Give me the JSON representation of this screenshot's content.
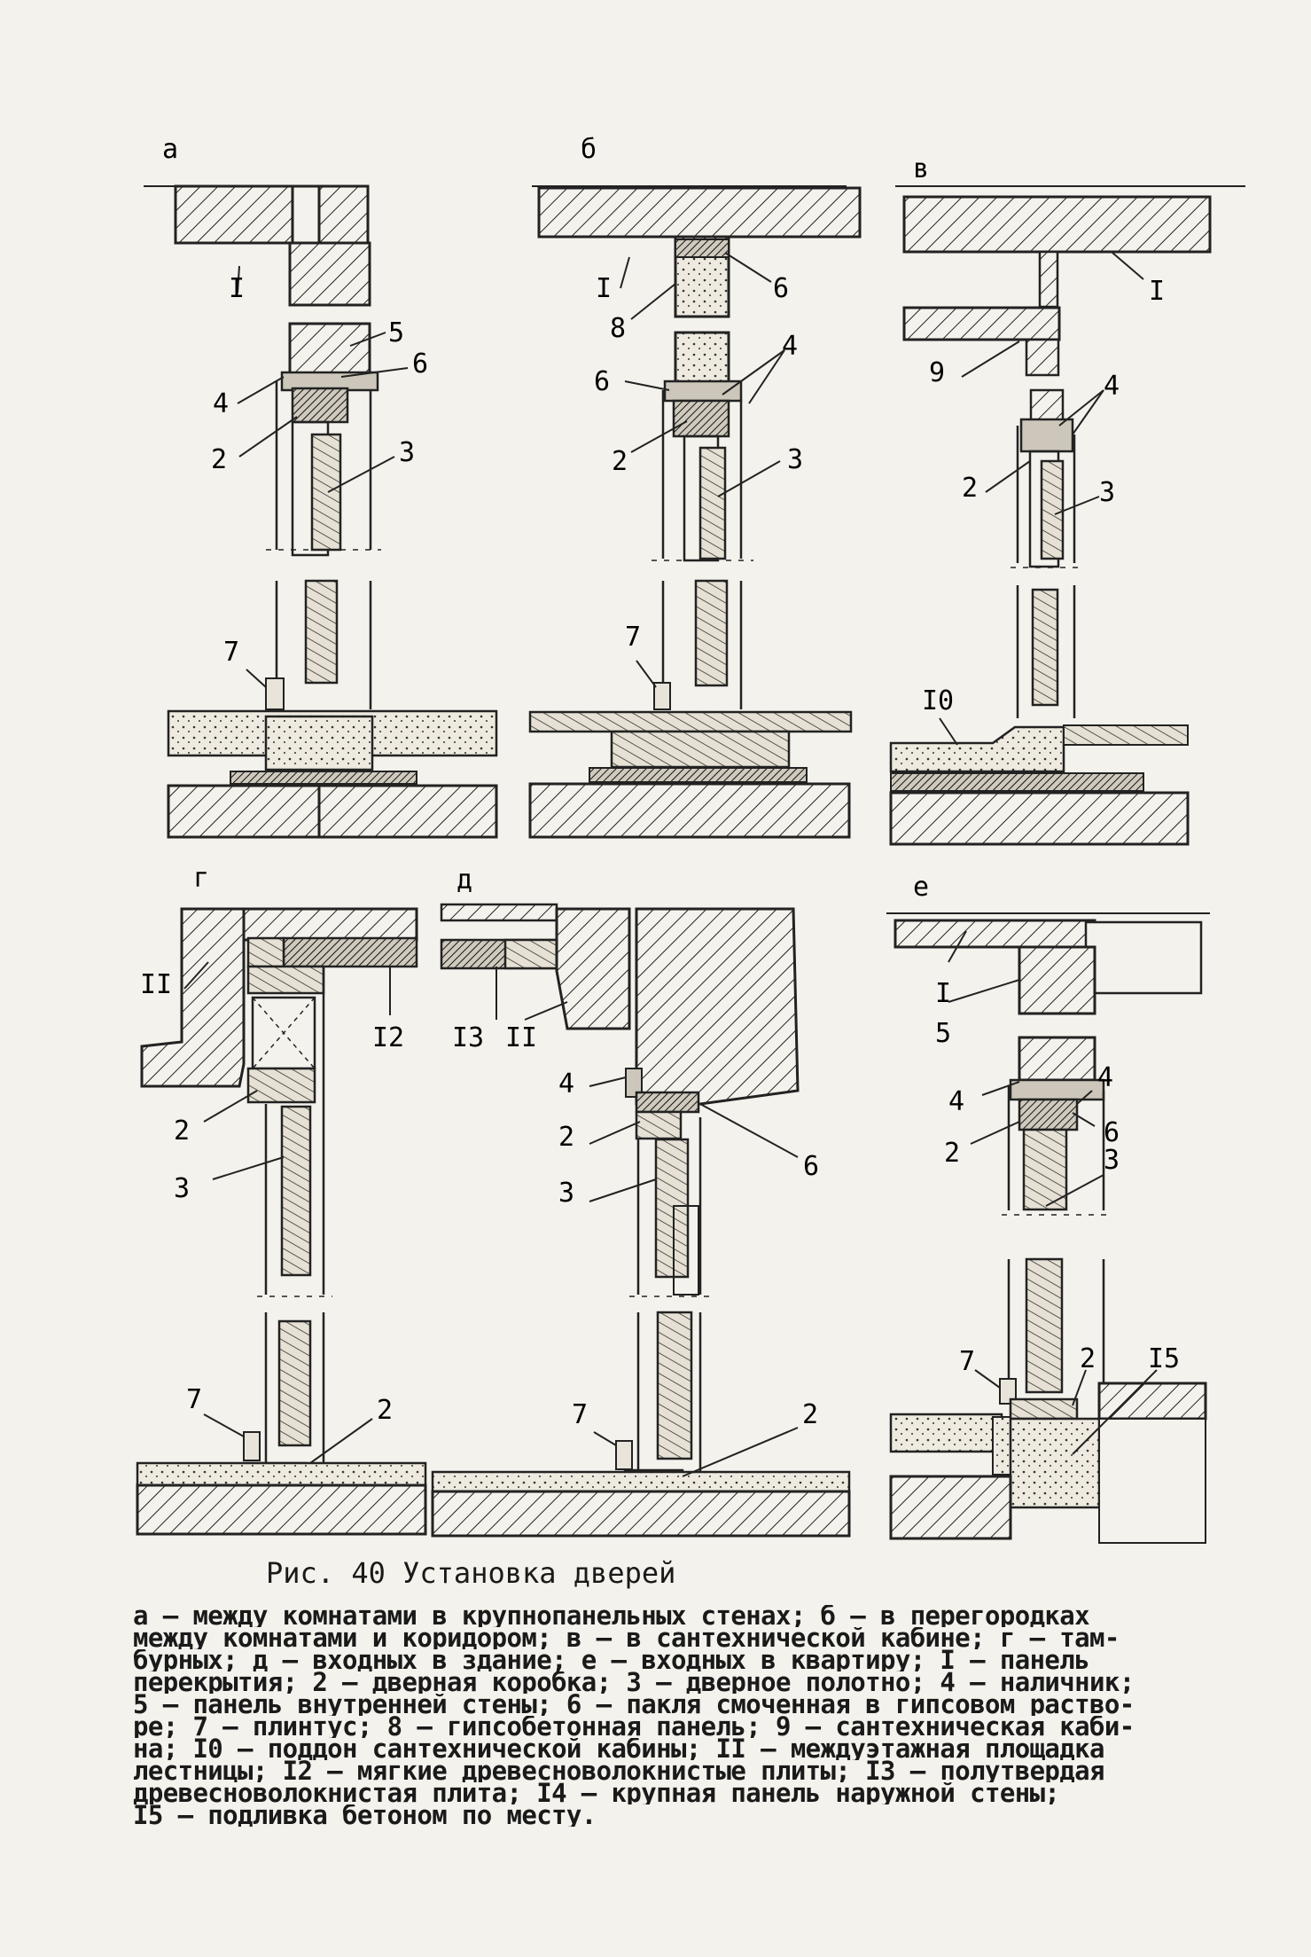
{
  "figure": {
    "panels": [
      {
        "letter": "а",
        "callouts": [
          "I",
          "5",
          "6",
          "4",
          "2",
          "3",
          "7"
        ]
      },
      {
        "letter": "б",
        "callouts": [
          "I",
          "6",
          "8",
          "4",
          "6",
          "2",
          "3",
          "7"
        ]
      },
      {
        "letter": "в",
        "callouts": [
          "I",
          "9",
          "4",
          "2",
          "3",
          "I0"
        ]
      },
      {
        "letter": "г",
        "callouts": [
          "II",
          "I2",
          "2",
          "3",
          "7",
          "2"
        ]
      },
      {
        "letter": "д",
        "callouts": [
          "I3",
          "II",
          "4",
          "2",
          "6",
          "3",
          "7",
          "2"
        ]
      },
      {
        "letter": "е",
        "callouts": [
          "I",
          "5",
          "4",
          "4",
          "2",
          "6",
          "3",
          "7",
          "2",
          "I5"
        ]
      }
    ]
  },
  "caption": {
    "title": "Рис. 40 Установка дверей",
    "lines": [
      "а – между комнатами в крупнопанельных стенах; б – в перегородках",
      "между комнатами и коридором; в – в сантехнической кабине; г – там-",
      "бурных; д – входных в здание; е – входных в квартиру; I – панель",
      "перекрытия; 2 – дверная коробка; 3 – дверное полотно; 4 – наличник;",
      "5 – панель внутренней стены; 6 – пакля смоченная в гипсовом раство-",
      "ре; 7 – плинтус; 8 – гипсобетонная панель; 9 – сантехническая каби-",
      "на; I0 – поддон сантехнической кабины; II – междуэтажная площадка",
      "лестницы; I2 – мягкие древесноволокнистые плиты; I3 – полутвердая",
      "древесноволокнистая плита; I4 – крупная панель наружной стены;",
      "I5 – подливка бетоном по месту."
    ]
  }
}
